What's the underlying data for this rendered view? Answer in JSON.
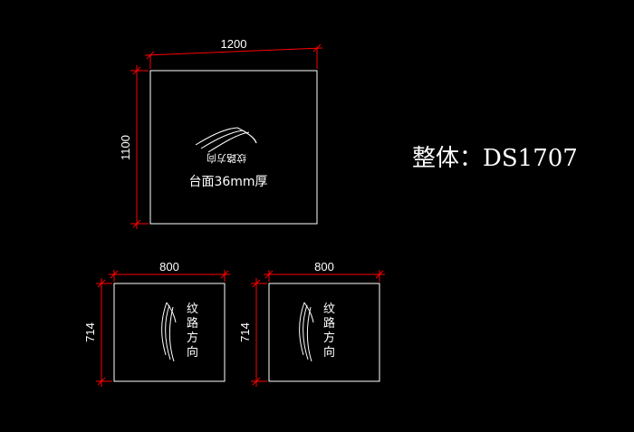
{
  "title": "整体：DS1707",
  "top_panel": {
    "width_label": "1200",
    "height_label": "1100",
    "grain_label": "纹路方向",
    "thickness_label": "台面36mm厚"
  },
  "bottom_left_panel": {
    "width_label": "800",
    "height_label": "714",
    "grain_chars": [
      "纹",
      "路",
      "方",
      "向"
    ]
  },
  "bottom_right_panel": {
    "width_label": "800",
    "height_label": "714",
    "grain_chars": [
      "纹",
      "路",
      "方",
      "向"
    ]
  },
  "colors": {
    "background": "#000000",
    "outline": "#ffffff",
    "dimension": "#ff0000",
    "text": "#ffffff"
  }
}
